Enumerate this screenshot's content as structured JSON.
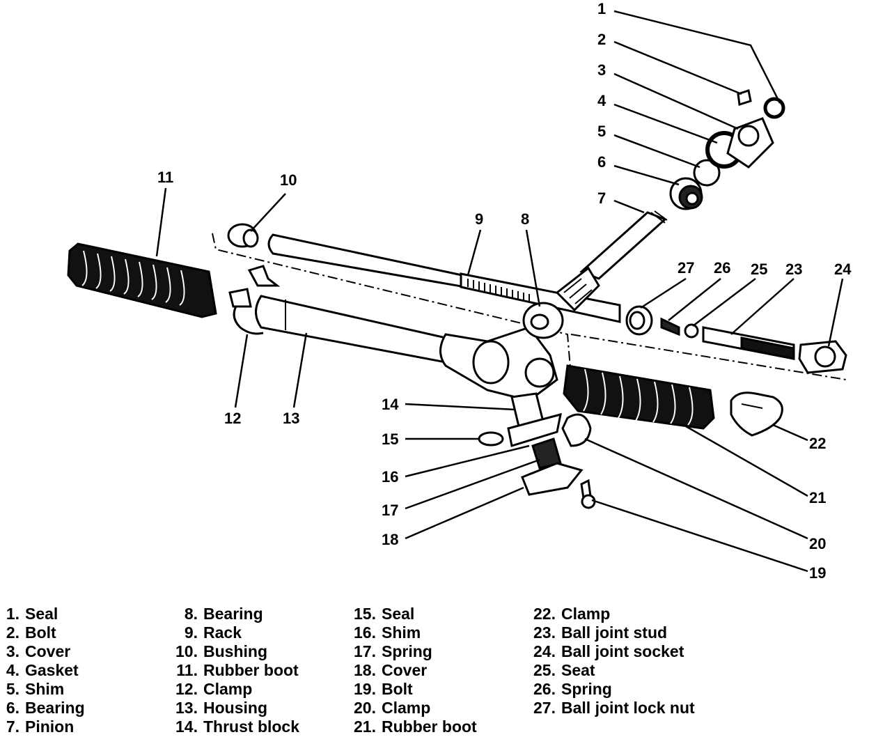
{
  "callouts": [
    "1",
    "2",
    "3",
    "4",
    "5",
    "6",
    "7",
    "8",
    "9",
    "10",
    "11",
    "12",
    "13",
    "14",
    "15",
    "16",
    "17",
    "18",
    "19",
    "20",
    "21",
    "22",
    "23",
    "24",
    "25",
    "26",
    "27"
  ],
  "legend": {
    "columns": [
      [
        {
          "num": "1.",
          "name": "Seal"
        },
        {
          "num": "2.",
          "name": "Bolt"
        },
        {
          "num": "3.",
          "name": "Cover"
        },
        {
          "num": "4.",
          "name": "Gasket"
        },
        {
          "num": "5.",
          "name": "Shim"
        },
        {
          "num": "6.",
          "name": "Bearing"
        },
        {
          "num": "7.",
          "name": "Pinion"
        }
      ],
      [
        {
          "num": "8.",
          "name": "Bearing"
        },
        {
          "num": "9.",
          "name": "Rack"
        },
        {
          "num": "10.",
          "name": "Bushing"
        },
        {
          "num": "11.",
          "name": "Rubber boot"
        },
        {
          "num": "12.",
          "name": "Clamp"
        },
        {
          "num": "13.",
          "name": "Housing"
        },
        {
          "num": "14.",
          "name": "Thrust block"
        }
      ],
      [
        {
          "num": "15.",
          "name": "Seal"
        },
        {
          "num": "16.",
          "name": "Shim"
        },
        {
          "num": "17.",
          "name": "Spring"
        },
        {
          "num": "18.",
          "name": "Cover"
        },
        {
          "num": "19.",
          "name": "Bolt"
        },
        {
          "num": "20.",
          "name": "Clamp"
        },
        {
          "num": "21.",
          "name": "Rubber boot"
        }
      ],
      [
        {
          "num": "22.",
          "name": "Clamp"
        },
        {
          "num": "23.",
          "name": "Ball joint stud"
        },
        {
          "num": "24.",
          "name": "Ball joint socket"
        },
        {
          "num": "25.",
          "name": "Seat"
        },
        {
          "num": "26.",
          "name": "Spring"
        },
        {
          "num": "27.",
          "name": "Ball joint lock nut"
        }
      ]
    ]
  }
}
